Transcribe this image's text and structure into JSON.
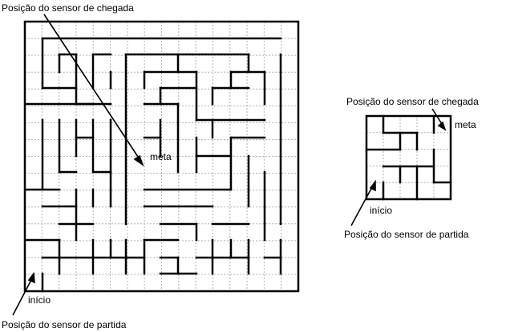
{
  "large_maze": {
    "label_top": "Posição do sensor de chegada",
    "label_goal": "meta",
    "label_start": "início",
    "label_bottom": "Posição do sensor de partida",
    "columns": 16,
    "rows": 16
  },
  "small_maze": {
    "label_top": "Posição do sensor de chegada",
    "label_goal": "meta",
    "label_start": "início",
    "label_bottom": "Posição do sensor de partida",
    "columns": 5,
    "rows": 5
  },
  "colors": {
    "wall": "#000000",
    "grid": "#b4b4b4",
    "background": "#ffffff"
  }
}
